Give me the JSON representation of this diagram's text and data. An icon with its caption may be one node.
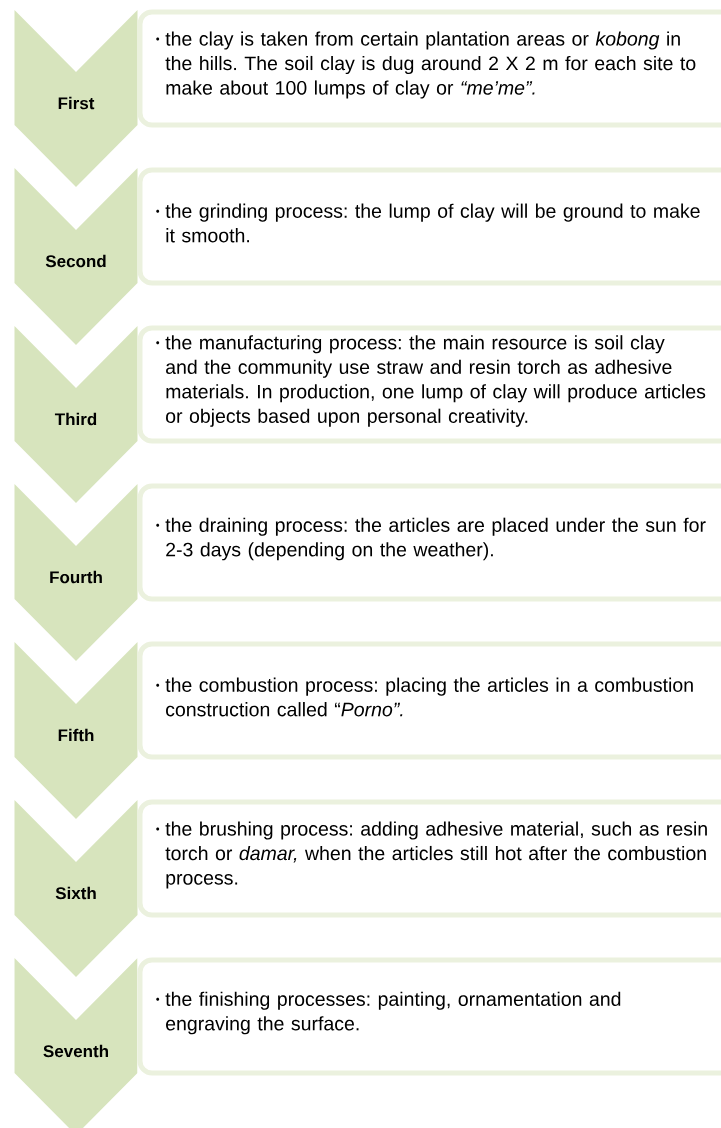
{
  "diagram": {
    "nodes": [
      {
        "text": [
          "First"
        ]
      },
      {
        "text": [
          "the clay is taken from certain plantation areas or *kobong* in the hills. The soil clay is dug around 2 X 2 m for each site to make about 100 lumps of clay or *“me’me”.*"
        ]
      },
      {
        "text": [
          "Second"
        ]
      },
      {
        "text": [
          "the grinding process: the lump of clay will be ground to make it smooth."
        ]
      },
      {
        "text": [
          "Third"
        ]
      },
      {
        "text": [
          "the manufacturing process: the main resource is soil clay and the community use straw and resin torch as adhesive materials. In production, one lump of clay will produce articles or objects based upon personal creativity."
        ]
      },
      {
        "text": [
          "Fourth"
        ]
      },
      {
        "text": [
          "the draining process: the articles are placed under the sun for 2-3 days (depending on the weather)."
        ]
      },
      {
        "text": [
          "Fifth"
        ]
      },
      {
        "text": [
          "the combustion process: placing the articles in a combustion construction called “*Porno”.*"
        ]
      },
      {
        "text": [
          "Sixth"
        ]
      },
      {
        "text": [
          "the brushing process: adding adhesive material, such as resin torch or *damar,* when the articles still hot after the combustion process."
        ]
      },
      {
        "text": [
          "Seventh"
        ]
      },
      {
        "text": [
          "the finishing processes: painting, ornamentation and engraving the surface."
        ]
      }
    ]
  }
}
